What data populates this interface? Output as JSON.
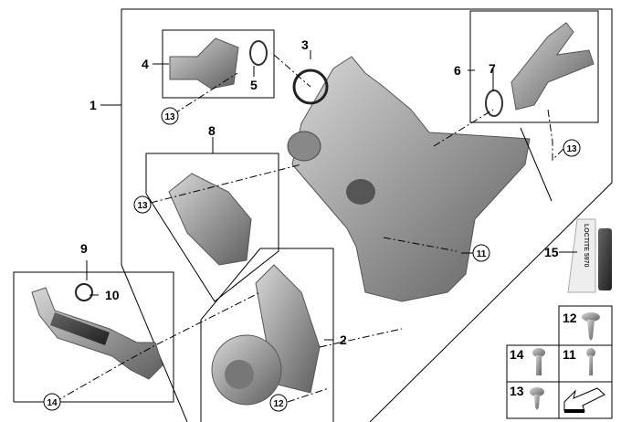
{
  "diagram": {
    "callouts": [
      {
        "id": "1",
        "label": "1"
      },
      {
        "id": "2",
        "label": "2"
      },
      {
        "id": "3",
        "label": "3"
      },
      {
        "id": "4",
        "label": "4"
      },
      {
        "id": "5",
        "label": "5"
      },
      {
        "id": "6",
        "label": "6"
      },
      {
        "id": "7",
        "label": "7"
      },
      {
        "id": "8",
        "label": "8"
      },
      {
        "id": "9",
        "label": "9"
      },
      {
        "id": "10",
        "label": "10"
      },
      {
        "id": "15",
        "label": "15"
      }
    ],
    "circled": {
      "c13a": "13",
      "c13b": "13",
      "c13c": "13",
      "c11": "11",
      "c14": "14",
      "c12": "12"
    },
    "fastener_grid": {
      "f12": "12",
      "f14": "14",
      "f11": "11",
      "f13": "13"
    },
    "tube_logo_text": "LOCTITE 5970"
  }
}
